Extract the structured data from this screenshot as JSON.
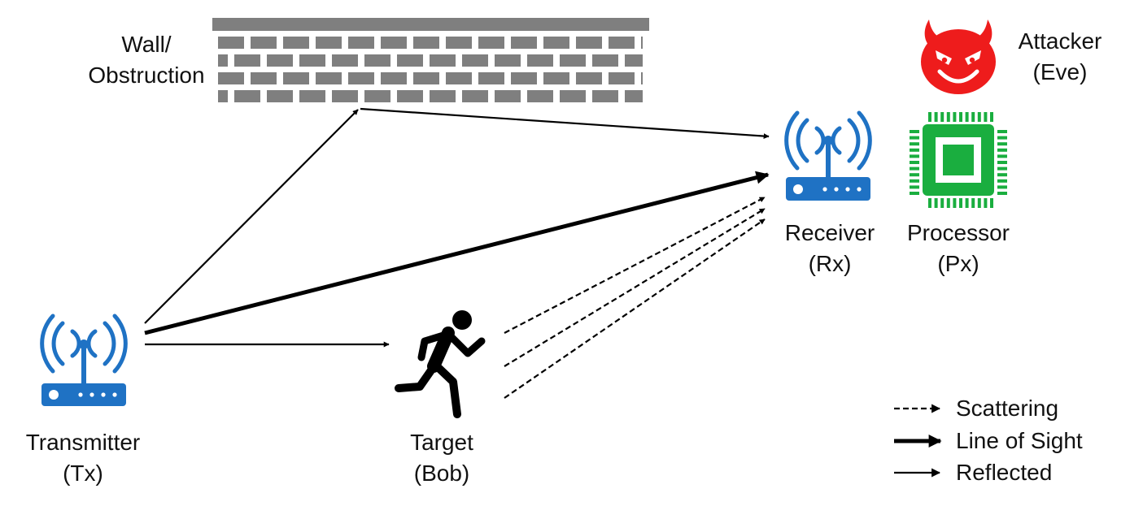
{
  "labels": {
    "wall": [
      "Wall/",
      "Obstruction"
    ],
    "attacker": [
      "Attacker",
      "(Eve)"
    ],
    "receiver": [
      "Receiver",
      "(Rx)"
    ],
    "processor": [
      "Processor",
      "(Px)"
    ],
    "transmitter": [
      "Transmitter",
      "(Tx)"
    ],
    "target": [
      "Target",
      "(Bob)"
    ]
  },
  "legend": {
    "scattering": "Scattering",
    "line_of_sight": "Line of Sight",
    "reflected": "Reflected"
  },
  "icons": {
    "wall": "brick-wall-icon",
    "attacker": "devil-face-icon",
    "receiver": "wifi-router-icon",
    "processor": "chip-icon",
    "transmitter": "wifi-router-icon",
    "target": "running-person-icon"
  },
  "colors": {
    "router": "#1f72c4",
    "attacker": "#ee1c1c",
    "processor": "#1aae3f",
    "wall": "#7f7f7f",
    "arrow": "#000000"
  }
}
